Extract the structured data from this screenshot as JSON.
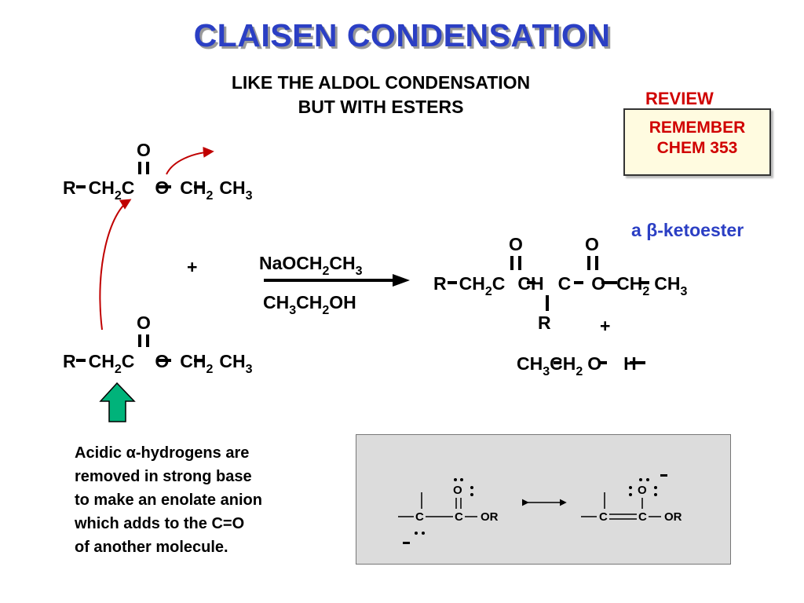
{
  "title": "CLAISEN CONDENSATION",
  "subtitle": {
    "line1": "LIKE THE ALDOL CONDENSATION",
    "line2": "BUT WITH ESTERS"
  },
  "review": {
    "label": "REVIEW",
    "line1": "REMEMBER",
    "line2": "CHEM 353"
  },
  "product_label": {
    "prefix": "a ",
    "greek": "β",
    "suffix": "-ketoester"
  },
  "reagents": {
    "top": "NaOCH",
    "top_sub": "2",
    "top_end": "CH",
    "top_sub2": "3",
    "bottom": "CH",
    "bottom_sub": "3",
    "bottom_mid": "CH",
    "bottom_sub2": "2",
    "bottom_end": "OH"
  },
  "plus": "+",
  "atoms": {
    "R": "R",
    "CH": "CH",
    "C": "C",
    "O": "O",
    "H": "H",
    "sub2": "2",
    "sub3": "3"
  },
  "caption": {
    "line1_pre": "Acidic ",
    "line1_greek": "α",
    "line1_post": "-hydrogens are",
    "line2": "removed in strong base",
    "line3": "to make an enolate anion",
    "line4": "which adds to the C=O",
    "line5": "of another molecule."
  },
  "resonance": {
    "C": "C",
    "O": "O",
    "OR": "OR"
  },
  "colors": {
    "title": "#2b3fc4",
    "review": "#d00000",
    "arrow_curved": "#c00000",
    "indicator": "#00b37a"
  },
  "icons": {
    "indicator": "green-up-arrow-icon",
    "reaction_arrow": "reaction-arrow-icon",
    "resonance_arrow": "double-headed-arrow-icon"
  }
}
